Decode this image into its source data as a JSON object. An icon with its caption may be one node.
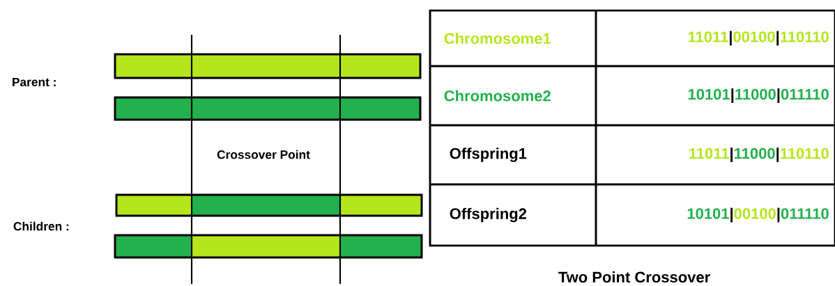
{
  "diagram": {
    "caption": "Two Point Crossover",
    "labels": [
      "Parent :",
      "Crossover Point",
      "Children :",
      "Chromosome1",
      "11011",
      "|",
      "00100",
      "|",
      "110110",
      "Chromosome2",
      "10101",
      "|",
      "11000",
      "|",
      "011110",
      "Offspring1",
      "11011",
      "|",
      "11000",
      "|",
      "110110",
      "Offspring2",
      "10101",
      "|",
      "00100",
      "|",
      "011110"
    ]
  }
}
